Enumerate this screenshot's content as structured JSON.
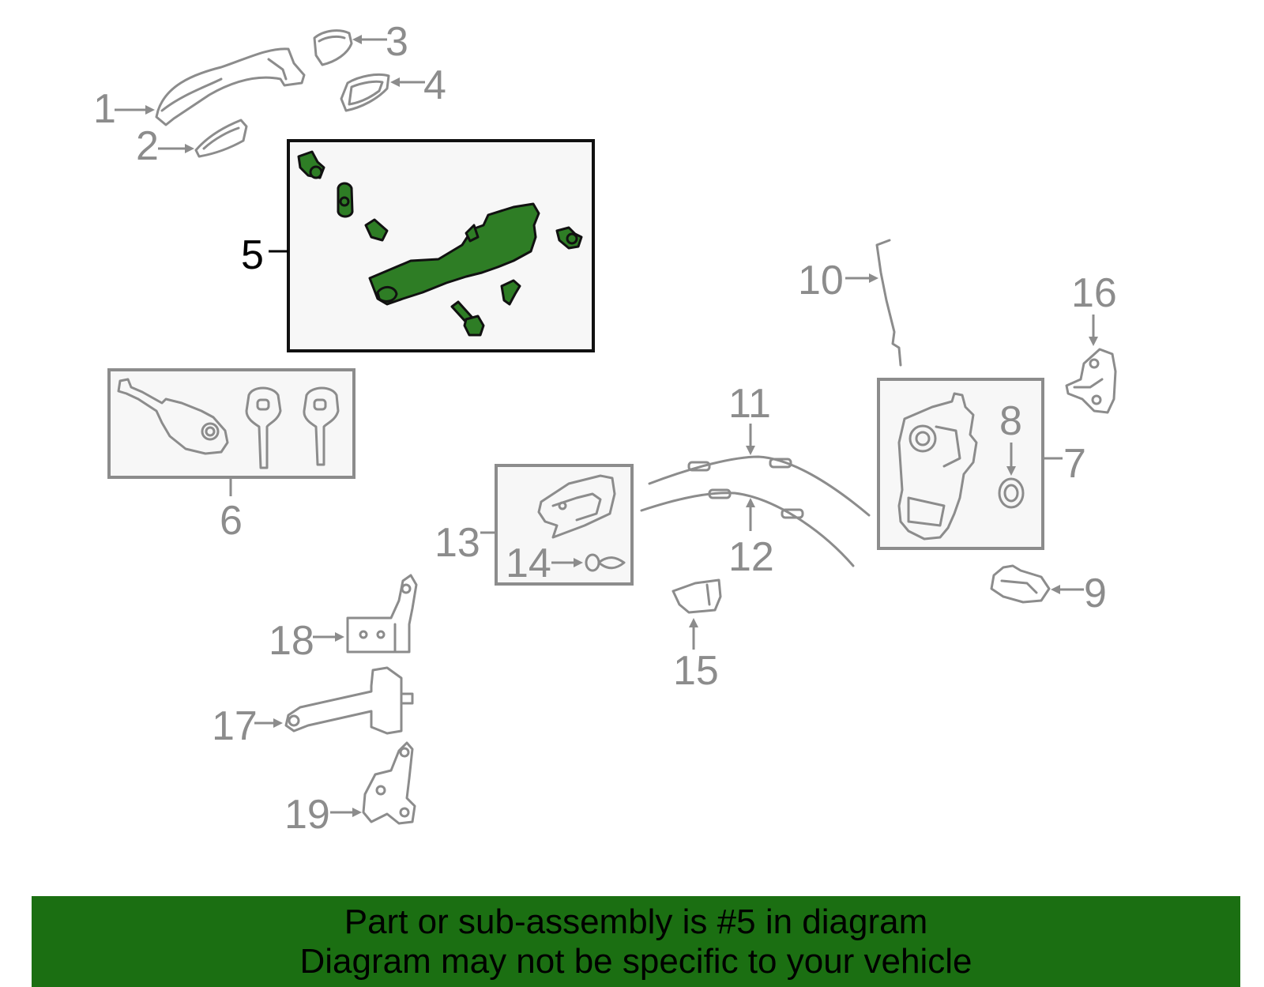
{
  "callouts": {
    "c1": "1",
    "c2": "2",
    "c3": "3",
    "c4": "4",
    "c5": "5",
    "c6": "6",
    "c7": "7",
    "c8": "8",
    "c9": "9",
    "c10": "10",
    "c11": "11",
    "c12": "12",
    "c13": "13",
    "c14": "14",
    "c15": "15",
    "c16": "16",
    "c17": "17",
    "c18": "18",
    "c19": "19"
  },
  "banner": {
    "line1": "Part or sub-assembly is #5 in diagram",
    "line2": "Diagram may not be specific to your vehicle"
  },
  "colors": {
    "highlight": "#2e7d25",
    "banner": "#1b6f12",
    "line_art": "#8c8c8c"
  }
}
